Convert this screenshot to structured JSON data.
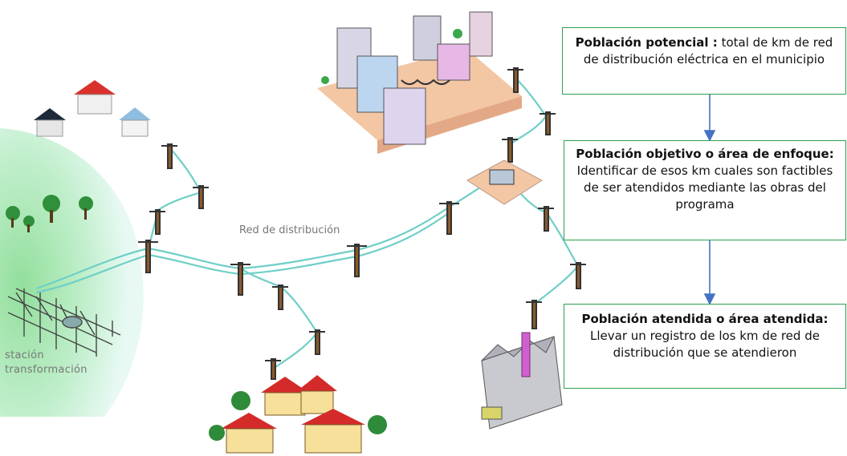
{
  "labels": {
    "red_distribucion": "Red de distribución",
    "estacion_line1": "stación",
    "estacion_line2": "transformación"
  },
  "boxes": [
    {
      "title": "Población potencial :",
      "text": " total de km de red de distribución eléctrica en el municipio"
    },
    {
      "title": "Población objetivo o área de enfoque:",
      "text": " Identificar de esos km cuales son factibles de ser atendidos mediante las obras del programa"
    },
    {
      "title": "Población atendida o área atendida:",
      "text": " Llevar un registro de los km de red de distribución que se atendieron"
    }
  ],
  "colors": {
    "box_border": "#2e9e4f",
    "arrow": "#4472c4",
    "cable": "#6fcfc7",
    "green_zone": "#a8e6a0"
  }
}
